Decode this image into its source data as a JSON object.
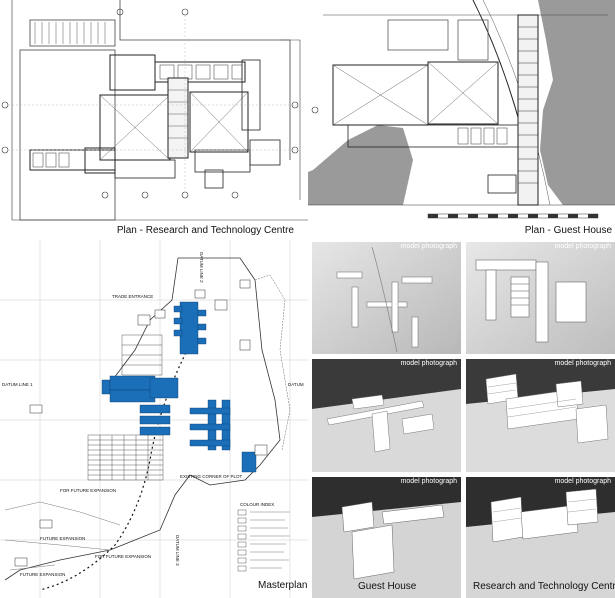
{
  "captions": {
    "research_plan": "Plan - Research and Technology Centre",
    "guest_plan": "Plan - Guest House",
    "masterplan": "Masterplan",
    "guest_house": "Guest House",
    "research_centre": "Research and Technology Centre"
  },
  "photo_label": "model photograph",
  "masterplan_labels": {
    "trade_entrance": "TRADE ENTRANCE",
    "datum_line_1": "DATUM LINE 1",
    "datum_line_2": "DATUM LINE 2",
    "datum_line_3": "DATUM LINE 3",
    "datum": "DATUM",
    "existing_corner": "EXISTING CORNER OF PLOT",
    "future_expansion_1": "FOR FUTURE EXPANSION",
    "future_expansion_2": "FOR FUTURE EXPANSION",
    "future_expansion_3": "FUTURE EXPANSION",
    "future_expansion_4": "FUTURE EXPANSION",
    "colour_index": "COLOUR INDEX"
  },
  "colors": {
    "accent_blue": "#1a6fb8",
    "photo_bg_dark": "#3a3a3a",
    "plan_line": "#222222",
    "grey_fill": "#9a9a9a"
  }
}
